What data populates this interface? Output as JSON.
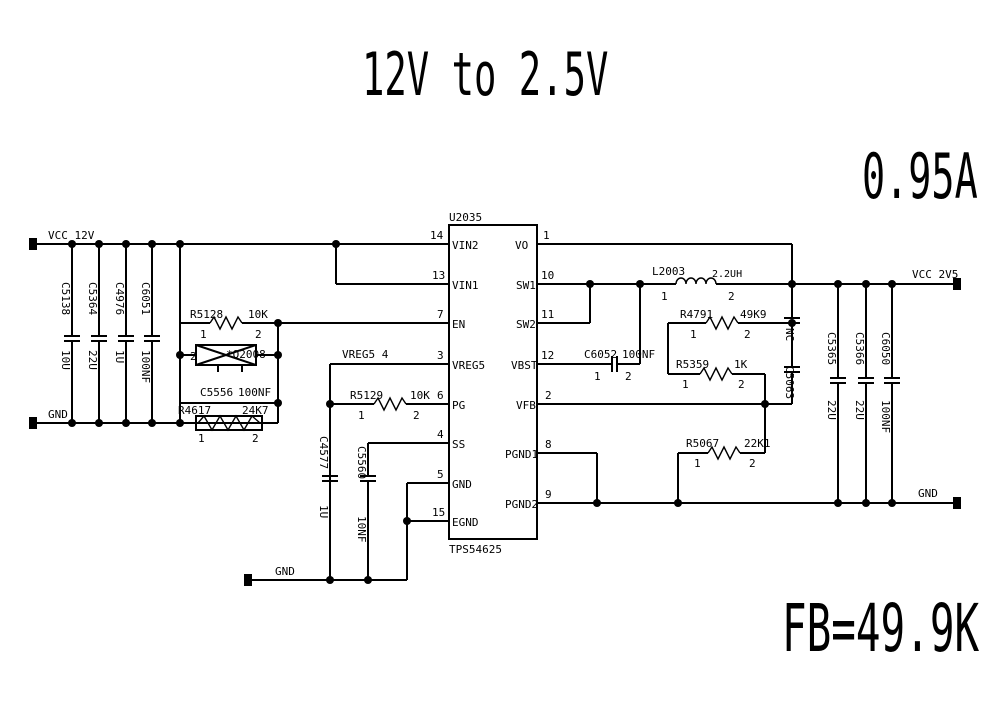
{
  "title": "12V to 2.5V",
  "current": "0.95A",
  "fb_note": "FB=49.9K",
  "ic": {
    "ref": "U2035",
    "part": "TPS54625",
    "pins": [
      {
        "num": "14",
        "name": "VIN2"
      },
      {
        "num": "13",
        "name": "VIN1"
      },
      {
        "num": "7",
        "name": "EN"
      },
      {
        "num": "3",
        "name": "VREG5"
      },
      {
        "num": "6",
        "name": "PG"
      },
      {
        "num": "4",
        "name": "SS"
      },
      {
        "num": "5",
        "name": "GND"
      },
      {
        "num": "15",
        "name": "EGND"
      },
      {
        "num": "1",
        "name": "VO"
      },
      {
        "num": "10",
        "name": "SW1"
      },
      {
        "num": "11",
        "name": "SW2"
      },
      {
        "num": "12",
        "name": "VBST"
      },
      {
        "num": "2",
        "name": "VFB"
      },
      {
        "num": "8",
        "name": "PGND1"
      },
      {
        "num": "9",
        "name": "PGND2"
      }
    ]
  },
  "nets": {
    "vcc12v": "VCC 12V",
    "vcc2v5": "VCC 2V5",
    "gnd": "GND",
    "vreg5": "VREG5 4"
  },
  "input_caps": [
    {
      "ref": "C5138",
      "value": "10U"
    },
    {
      "ref": "C5364",
      "value": "22U"
    },
    {
      "ref": "C4976",
      "value": "1U"
    },
    {
      "ref": "C6051",
      "value": "100NF"
    }
  ],
  "output_caps": [
    {
      "ref": "C5365",
      "value": "22U"
    },
    {
      "ref": "C5366",
      "value": "22U"
    },
    {
      "ref": "C6050",
      "value": "100NF"
    }
  ],
  "parts": {
    "r5128": {
      "ref": "R5128",
      "value": "10K",
      "p1": "1",
      "p2": "2"
    },
    "q2008": {
      "ref": "*Q2008",
      "p2": "2"
    },
    "c5556": {
      "ref": "C5556",
      "value": "100NF"
    },
    "r4617": {
      "ref": "R4617",
      "value": "24K7",
      "p1": "1",
      "p2": "2"
    },
    "r5129": {
      "ref": "R5129",
      "value": "10K",
      "p1": "1",
      "p2": "2"
    },
    "c4577": {
      "ref": "C4577",
      "value": "1U"
    },
    "c5560": {
      "ref": "C5560",
      "value": "10NF"
    },
    "l2003": {
      "ref": "L2003",
      "value": "2.2UH",
      "p1": "1",
      "p2": "2"
    },
    "r4791": {
      "ref": "R4791",
      "value": "49K9",
      "p1": "1",
      "p2": "2"
    },
    "r5359": {
      "ref": "R5359",
      "value": "1K",
      "p1": "1",
      "p2": "2"
    },
    "c6052": {
      "ref": "C6052",
      "value": "100NF",
      "p1": "1",
      "p2": "2"
    },
    "r5067": {
      "ref": "R5067",
      "value": "22K1",
      "p1": "1",
      "p2": "2"
    },
    "c5063": {
      "ref": "C5063",
      "value": "NC"
    }
  }
}
